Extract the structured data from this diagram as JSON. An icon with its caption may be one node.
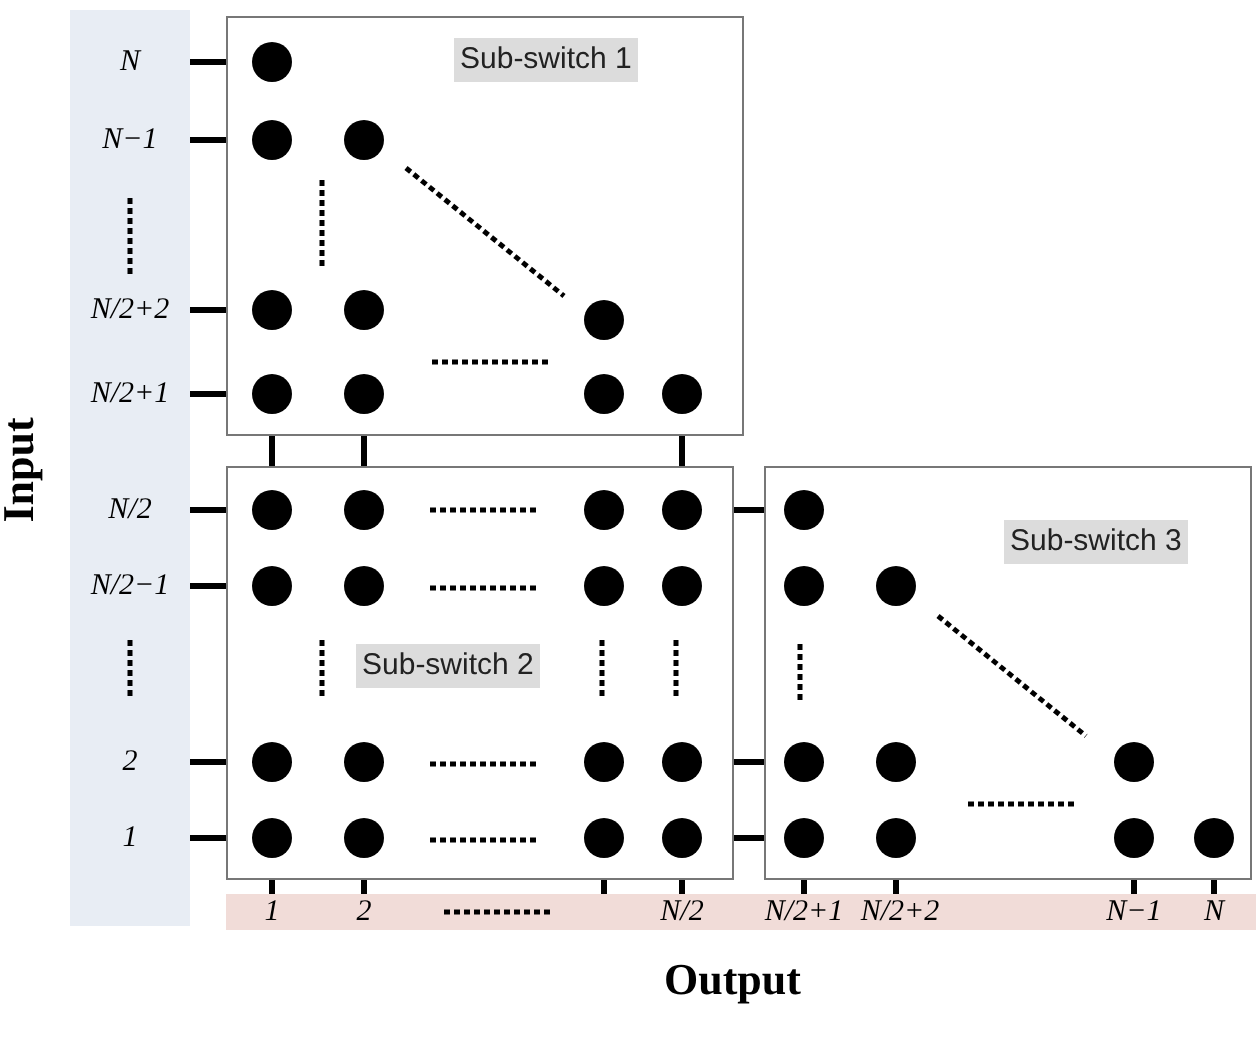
{
  "diagram": {
    "nodes": [
      {
        "text": [
          "Sub-switch 1"
        ]
      },
      {
        "text": [
          "Sub-switch 2"
        ]
      },
      {
        "text": [
          "Sub-switch 3"
        ]
      },
      {
        "text": [
          "N"
        ]
      },
      {
        "text": [
          "N−1"
        ]
      },
      {
        "text": [
          "N/2+2"
        ]
      },
      {
        "text": [
          "N/2+1"
        ]
      },
      {
        "text": [
          "N/2"
        ]
      },
      {
        "text": [
          "N/2−1"
        ]
      },
      {
        "text": [
          "2"
        ]
      },
      {
        "text": [
          "1"
        ]
      },
      {
        "text": [],
        "shape": "bar"
      },
      {
        "text": [
          "1"
        ],
        "in": 11
      },
      {
        "text": [
          "2"
        ],
        "in": 11
      },
      {
        "text": [
          "N/2"
        ],
        "in": 11
      },
      {
        "text": [
          "N/2+1"
        ],
        "in": 11
      },
      {
        "text": [
          "N/2+2"
        ],
        "in": 11
      },
      {
        "text": [
          "N−1"
        ],
        "in": 11
      },
      {
        "text": [
          "N"
        ],
        "in": 11
      }
    ],
    "edges": [
      {
        "from": 3,
        "to": 0,
        "arrow": "none"
      },
      {
        "from": 4,
        "to": 0,
        "arrow": "none"
      },
      {
        "from": 5,
        "to": 0,
        "arrow": "none"
      },
      {
        "from": 6,
        "to": 0,
        "arrow": "none"
      },
      {
        "from": 7,
        "to": 1,
        "arrow": "none"
      },
      {
        "from": 8,
        "to": 1,
        "arrow": "none"
      },
      {
        "from": 9,
        "to": 1,
        "arrow": "none"
      },
      {
        "from": 10,
        "to": 1,
        "arrow": "none"
      },
      {
        "from": 0,
        "to": 1,
        "arrow": "none"
      },
      {
        "from": 0,
        "to": 1,
        "arrow": "none"
      },
      {
        "from": 0,
        "to": 1,
        "arrow": "none"
      },
      {
        "from": 1,
        "to": 2,
        "arrow": "none"
      },
      {
        "from": 1,
        "to": 2,
        "arrow": "none"
      },
      {
        "from": 1,
        "to": 2,
        "arrow": "none"
      },
      {
        "from": 1,
        "to": 12,
        "arrow": "none"
      },
      {
        "from": 1,
        "to": 13,
        "arrow": "none"
      },
      {
        "from": 1,
        "to": 11,
        "arrow": "none"
      },
      {
        "from": 1,
        "to": 14,
        "arrow": "none"
      },
      {
        "from": 2,
        "to": 15,
        "arrow": "none"
      },
      {
        "from": 2,
        "to": 16,
        "arrow": "none"
      },
      {
        "from": 2,
        "to": 17,
        "arrow": "none"
      },
      {
        "from": 2,
        "to": 18,
        "arrow": "none"
      }
    ],
    "labels": [
      "Input",
      "Output"
    ]
  }
}
